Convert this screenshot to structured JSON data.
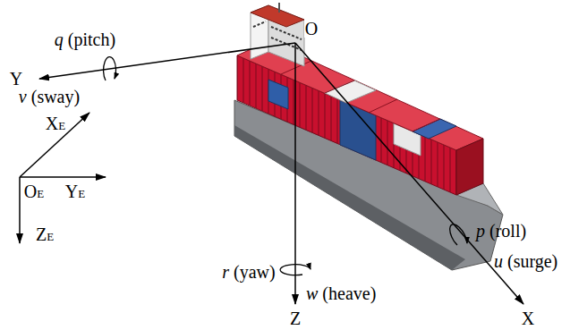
{
  "diagram": {
    "labels": [
      "q (pitch)",
      "Y",
      "v (sway)",
      "O",
      "XE",
      "OE",
      "YE",
      "ZE",
      "r (yaw)",
      "w (heave)",
      "Z",
      "p (roll)",
      "u (surge)",
      "X"
    ]
  }
}
